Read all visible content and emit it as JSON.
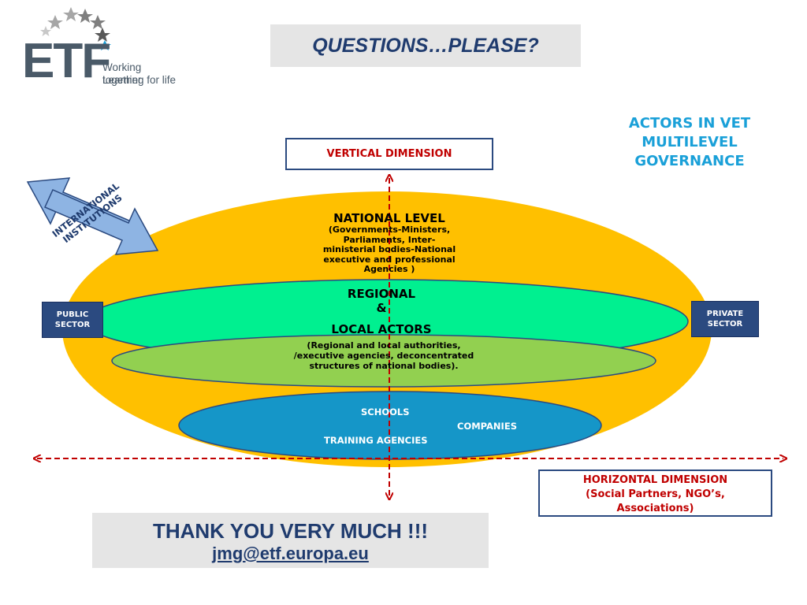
{
  "logo": {
    "text": "ETF",
    "tagline_1": "Working together",
    "tagline_2": "Learning for life"
  },
  "title": "QUESTIONS…PLEASE?",
  "actors_heading": {
    "line1": "ACTORS IN VET",
    "line2": "MULTILEVEL",
    "line3": "GOVERNANCE"
  },
  "vertical_dimension": "VERTICAL DIMENSION",
  "horizontal_dimension": {
    "line1": "HORIZONTAL DIMENSION",
    "line2": "(Social Partners, NGO’s,",
    "line3": "Associations)"
  },
  "international": {
    "line1": "INTERNATIONAL",
    "line2": "INSTITUTIONS"
  },
  "public_sector": {
    "line1": "PUBLIC",
    "line2": "SECTOR"
  },
  "private_sector": {
    "line1": "PRIVATE",
    "line2": "SECTOR"
  },
  "national_level": {
    "heading": "NATIONAL LEVEL",
    "line1": "(Governments-Ministers,",
    "line2": "Parliaments, Inter-",
    "line3": "ministerial bodies-National",
    "line4": "executive and professional",
    "line5": "Agencies )"
  },
  "regional": {
    "line1": "REGIONAL",
    "line2": "&",
    "line3": "LOCAL ACTORS",
    "detail1": "(Regional and local authorities,",
    "detail2": "/executive agencies, deconcentrated",
    "detail3": "structures of national bodies)."
  },
  "inner": {
    "schools": "SCHOOLS",
    "companies": "COMPANIES",
    "training": "TRAINING AGENCIES"
  },
  "thank_you": "THANK YOU VERY MUCH !!!",
  "email": "jmg@etf.europa.eu",
  "colors": {
    "outer_ellipse": "#ffc000",
    "regional_ellipse": "#00f090",
    "local_ellipse": "#92d050",
    "inner_ellipse": "#1596c8",
    "sector_box": "#2b4a80",
    "dimension_text": "#c00000",
    "title": "#1f3b6e",
    "actors": "#1aa0d8",
    "arrow_blue": "#8eb4e3"
  }
}
